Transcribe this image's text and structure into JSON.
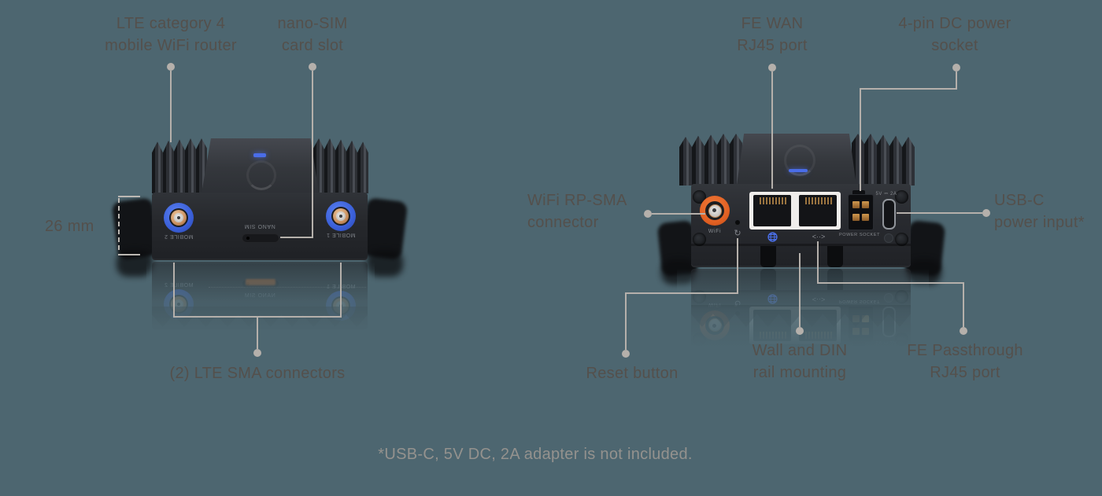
{
  "callouts": {
    "lte_router": {
      "line1": "LTE category 4",
      "line2": "mobile WiFi router"
    },
    "nano_sim": {
      "line1": "nano-SIM",
      "line2": "card slot"
    },
    "fe_wan": {
      "line1": "FE WAN",
      "line2": "RJ45 port"
    },
    "dc_power": {
      "line1": "4-pin DC power",
      "line2": "socket"
    },
    "wifi_rpsma": {
      "line1": "WiFi RP-SMA",
      "line2": "connector"
    },
    "usb_c": {
      "line1": "USB-C",
      "line2": "power input*"
    },
    "wall_din": {
      "line1": "Wall and DIN",
      "line2": "rail mounting"
    },
    "fe_passthrough": {
      "line1": "FE Passthrough",
      "line2": "RJ45 port"
    },
    "reset": "Reset button",
    "lte_sma": "(2) LTE SMA connectors",
    "dimension": "26 mm",
    "footnote": "*USB-C, 5V DC, 2A adapter is not included."
  },
  "device_left": {
    "labels": {
      "mobile2": "MOBILE 2",
      "mobile1": "MOBILE 1",
      "nano_sim": "NANO SIM"
    }
  },
  "device_right": {
    "labels": {
      "wifi": "WiFi",
      "power_socket": "POWER SOCKET",
      "usb_rating": "5V ⎓ 2A"
    },
    "glyphs": {
      "reset": "↻",
      "passthrough": "<··>"
    }
  },
  "colors": {
    "background": "#4d6670",
    "callout_text": "#54504c",
    "footnote_text": "#94928e",
    "leader_line": "#b5b0ab",
    "wifi_ring_orange": "#e8682a",
    "sma_ring_blue": "#3c63de",
    "led_blue": "#4a6de8"
  }
}
